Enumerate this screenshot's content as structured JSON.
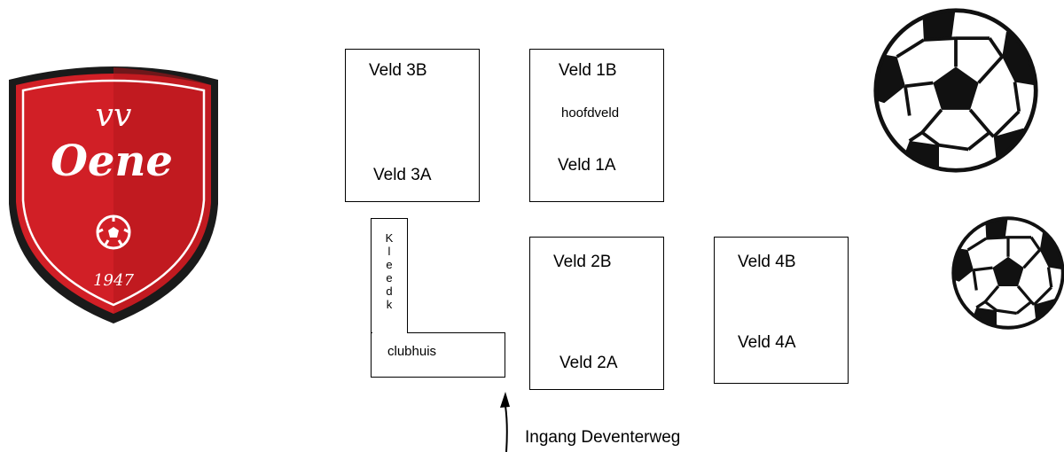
{
  "logo": {
    "top_text": "vv",
    "name": "Oene",
    "year": "1947",
    "colors": {
      "red": "#d11f26",
      "dark_red": "#9a1116",
      "border": "#1a1a1a",
      "white": "#ffffff"
    }
  },
  "fields": {
    "veld3": {
      "top": "Veld 3B",
      "bottom": "Veld 3A"
    },
    "veld1": {
      "top": "Veld 1B",
      "middle": "hoofdveld",
      "bottom": "Veld 1A"
    },
    "veld2": {
      "top": "Veld 2B",
      "bottom": "Veld 2A"
    },
    "veld4": {
      "top": "Veld 4B",
      "bottom": "Veld 4A"
    }
  },
  "kleedk": [
    "K",
    "l",
    "e",
    "e",
    "d",
    "k"
  ],
  "clubhuis": "clubhuis",
  "entrance": {
    "label": "Ingang Deventerweg",
    "icon": "arrow-up-icon"
  },
  "decor": {
    "balls": [
      "soccer-ball-icon",
      "soccer-ball-icon"
    ]
  }
}
